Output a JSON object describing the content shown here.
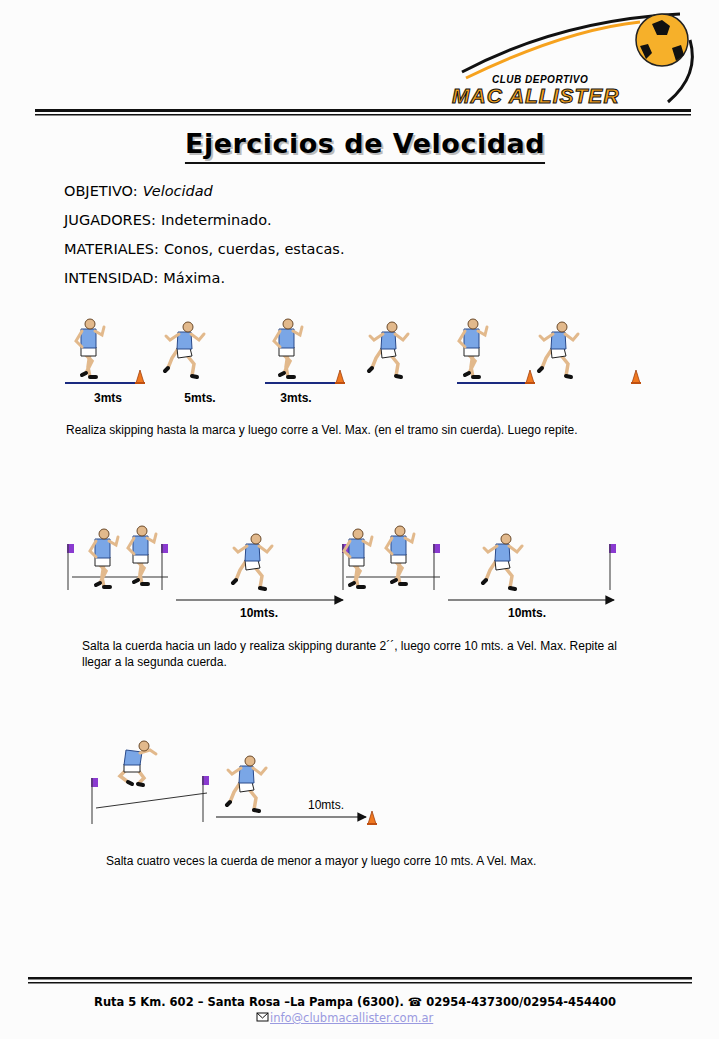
{
  "diagram": {
    "title": "Ejercicios de Velocidad",
    "labels": [
      "CLUB DEPORTIVO",
      "MAC ALLISTER",
      "OBJETIVO:",
      "Velocidad",
      "JUGADORES:",
      "Indeterminado.",
      "MATERIALES:",
      "Conos, cuerdas, estacas.",
      "INTENSIDAD:",
      "Máxima.",
      "3mts",
      "5mts.",
      "3mts.",
      "Realiza skipping hasta la marca y luego corre a Vel. Max. (en el tramo sin cuerda). Luego repite.",
      "10mts.",
      "10mts.",
      "Salta la cuerda hacia un lado y realiza skipping durante 2´´, luego corre 10 mts. a Vel. Max. Repite al llegar a la segunda cuerda.",
      "10mts.",
      "Salta cuatro veces la cuerda de menor a mayor y luego corre 10 mts. A Vel. Max.",
      "Ruta 5 Km. 602 – Santa Rosa –La Pampa (6300). ☎ 02954-437300/02954-454400",
      "info@clubmacallister.com.ar"
    ]
  }
}
